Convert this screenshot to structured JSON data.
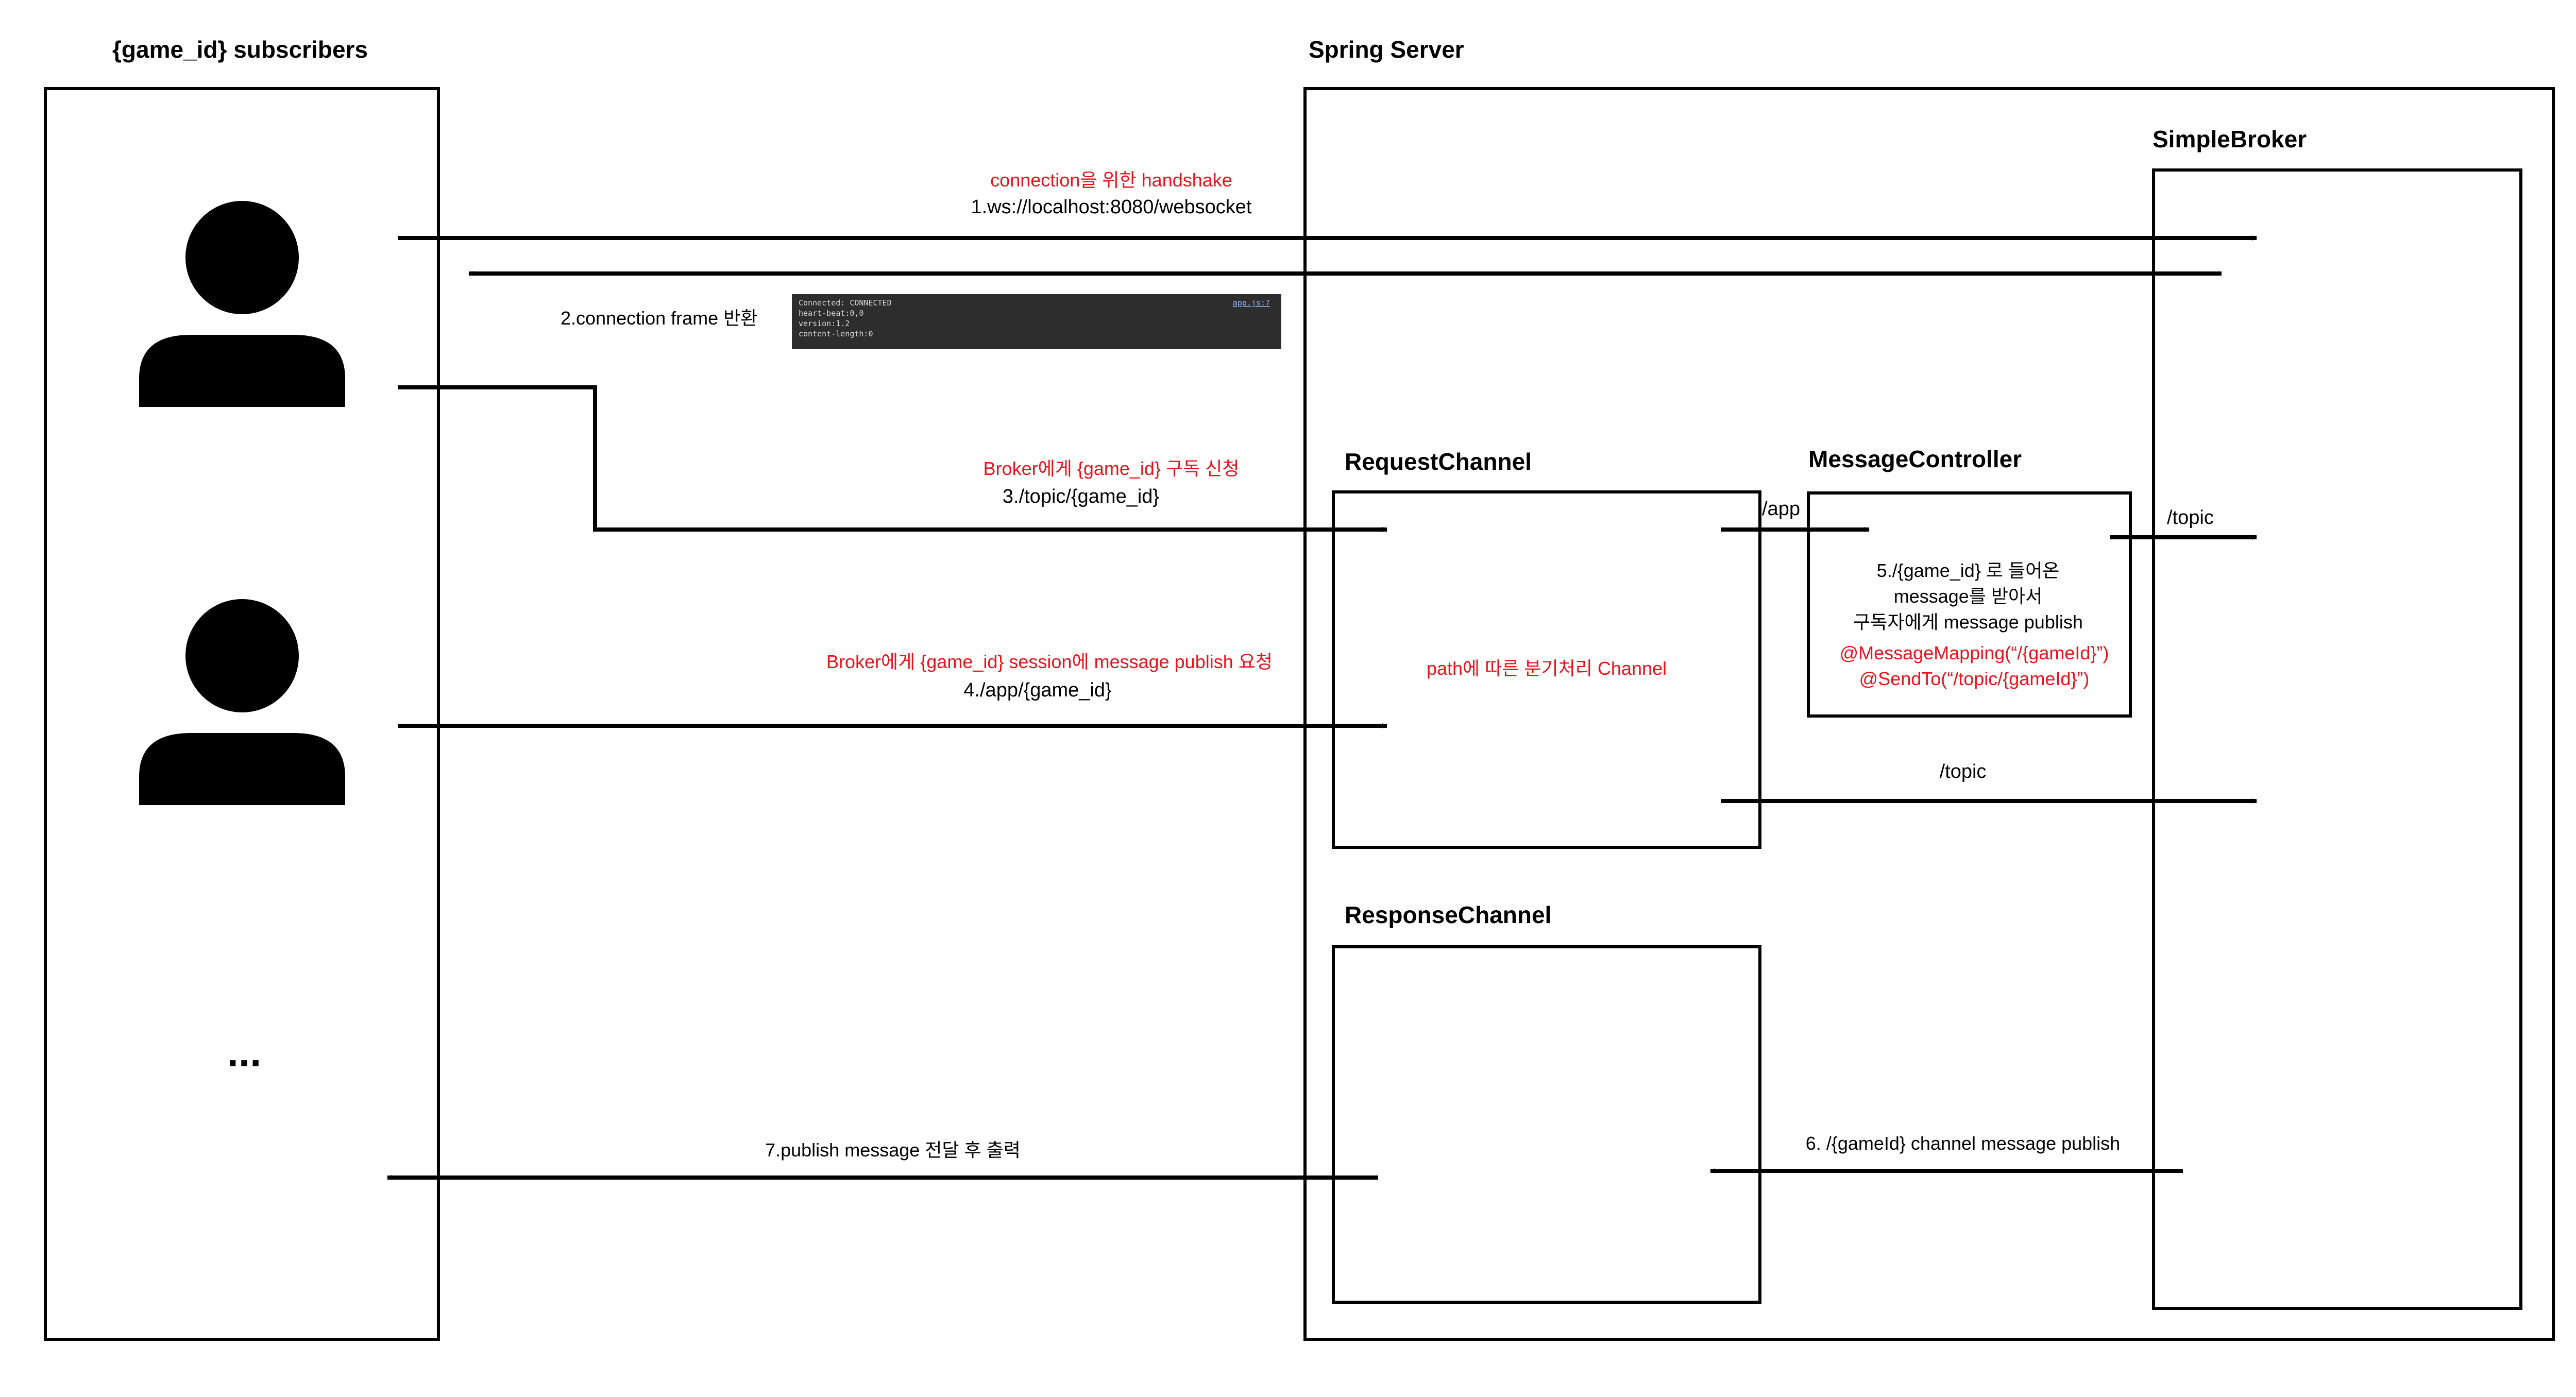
{
  "colors": {
    "ink": "#000000",
    "accent_red": "#e8131b",
    "console_bg": "#2d2d2d",
    "console_text": "#d8d8d8",
    "console_link": "#8ab4f8",
    "page_bg": "#ffffff"
  },
  "panels": {
    "subscribers_title": "{game_id} subscribers",
    "server_title": "Spring Server",
    "broker_title": "SimpleBroker",
    "request_channel_title": "RequestChannel",
    "message_controller_title": "MessageController",
    "response_channel_title": "ResponseChannel",
    "request_channel_note": "path에 따른 분기처리 Channel",
    "ellipsis": "..."
  },
  "controller_box": {
    "line1": "5./{game_id} 로 들어온",
    "line2": "message를 받아서",
    "line3": "구독자에게 message publish",
    "annotation1": "@MessageMapping(“/{gameId}”)",
    "annotation2": "@SendTo(“/topic/{gameId}”)"
  },
  "arrows": {
    "handshake_note": "connection을 위한 handshake",
    "handshake_label": "1.ws://localhost:8080/websocket",
    "frame_label": "2.connection frame 반환",
    "subscribe_note": "Broker에게 {game_id} 구독 신청",
    "subscribe_label": "3./topic/{game_id}",
    "publish_note": "Broker에게 {game_id} session에 message publish 요청",
    "publish_label": "4./app/{game_id}",
    "app_label": "/app",
    "topic_label_upper": "/topic",
    "topic_label_lower": "/topic",
    "channel_publish_label": "6. /{gameId} channel message publish",
    "output_label": "7.publish message 전달 후 출력"
  },
  "console": {
    "line1": "Connected: CONNECTED",
    "line2": "heart-beat:0,0",
    "line3": "version:1.2",
    "line4": "content-length:0",
    "source_link": "app.js:7"
  },
  "icons": {
    "user_top": "user-icon",
    "user_bottom": "user-icon"
  }
}
